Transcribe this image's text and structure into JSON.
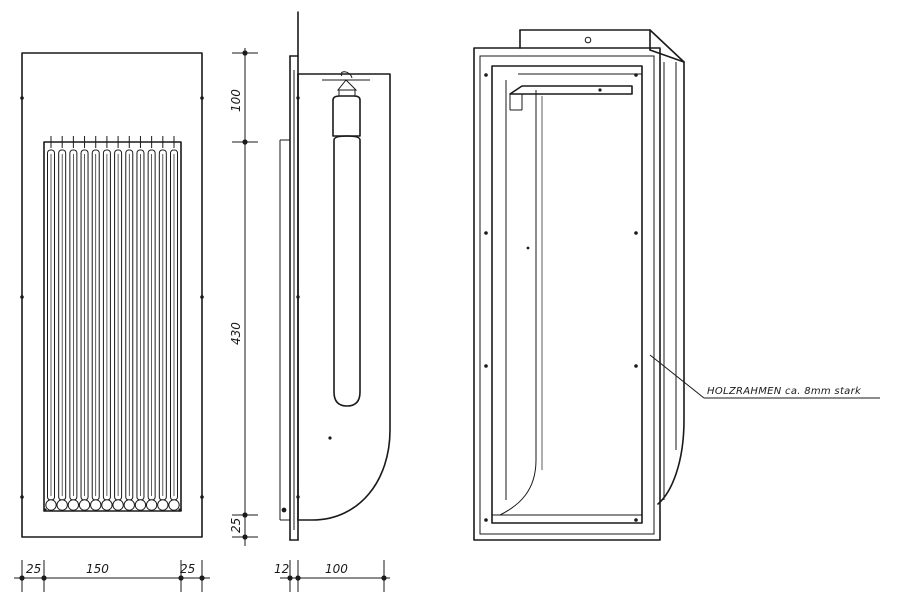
{
  "dimensions": {
    "front_width": {
      "left_margin": "25",
      "middle": "150",
      "right_margin": "25"
    },
    "side_width": {
      "flange": "12",
      "depth": "100"
    },
    "height": {
      "top": "100",
      "middle": "430",
      "bottom": "25"
    }
  },
  "annotation": {
    "frame_note": "HOLZRAHMEN ca. 8mm stark"
  },
  "views": {
    "front_view_tubes": 12
  }
}
